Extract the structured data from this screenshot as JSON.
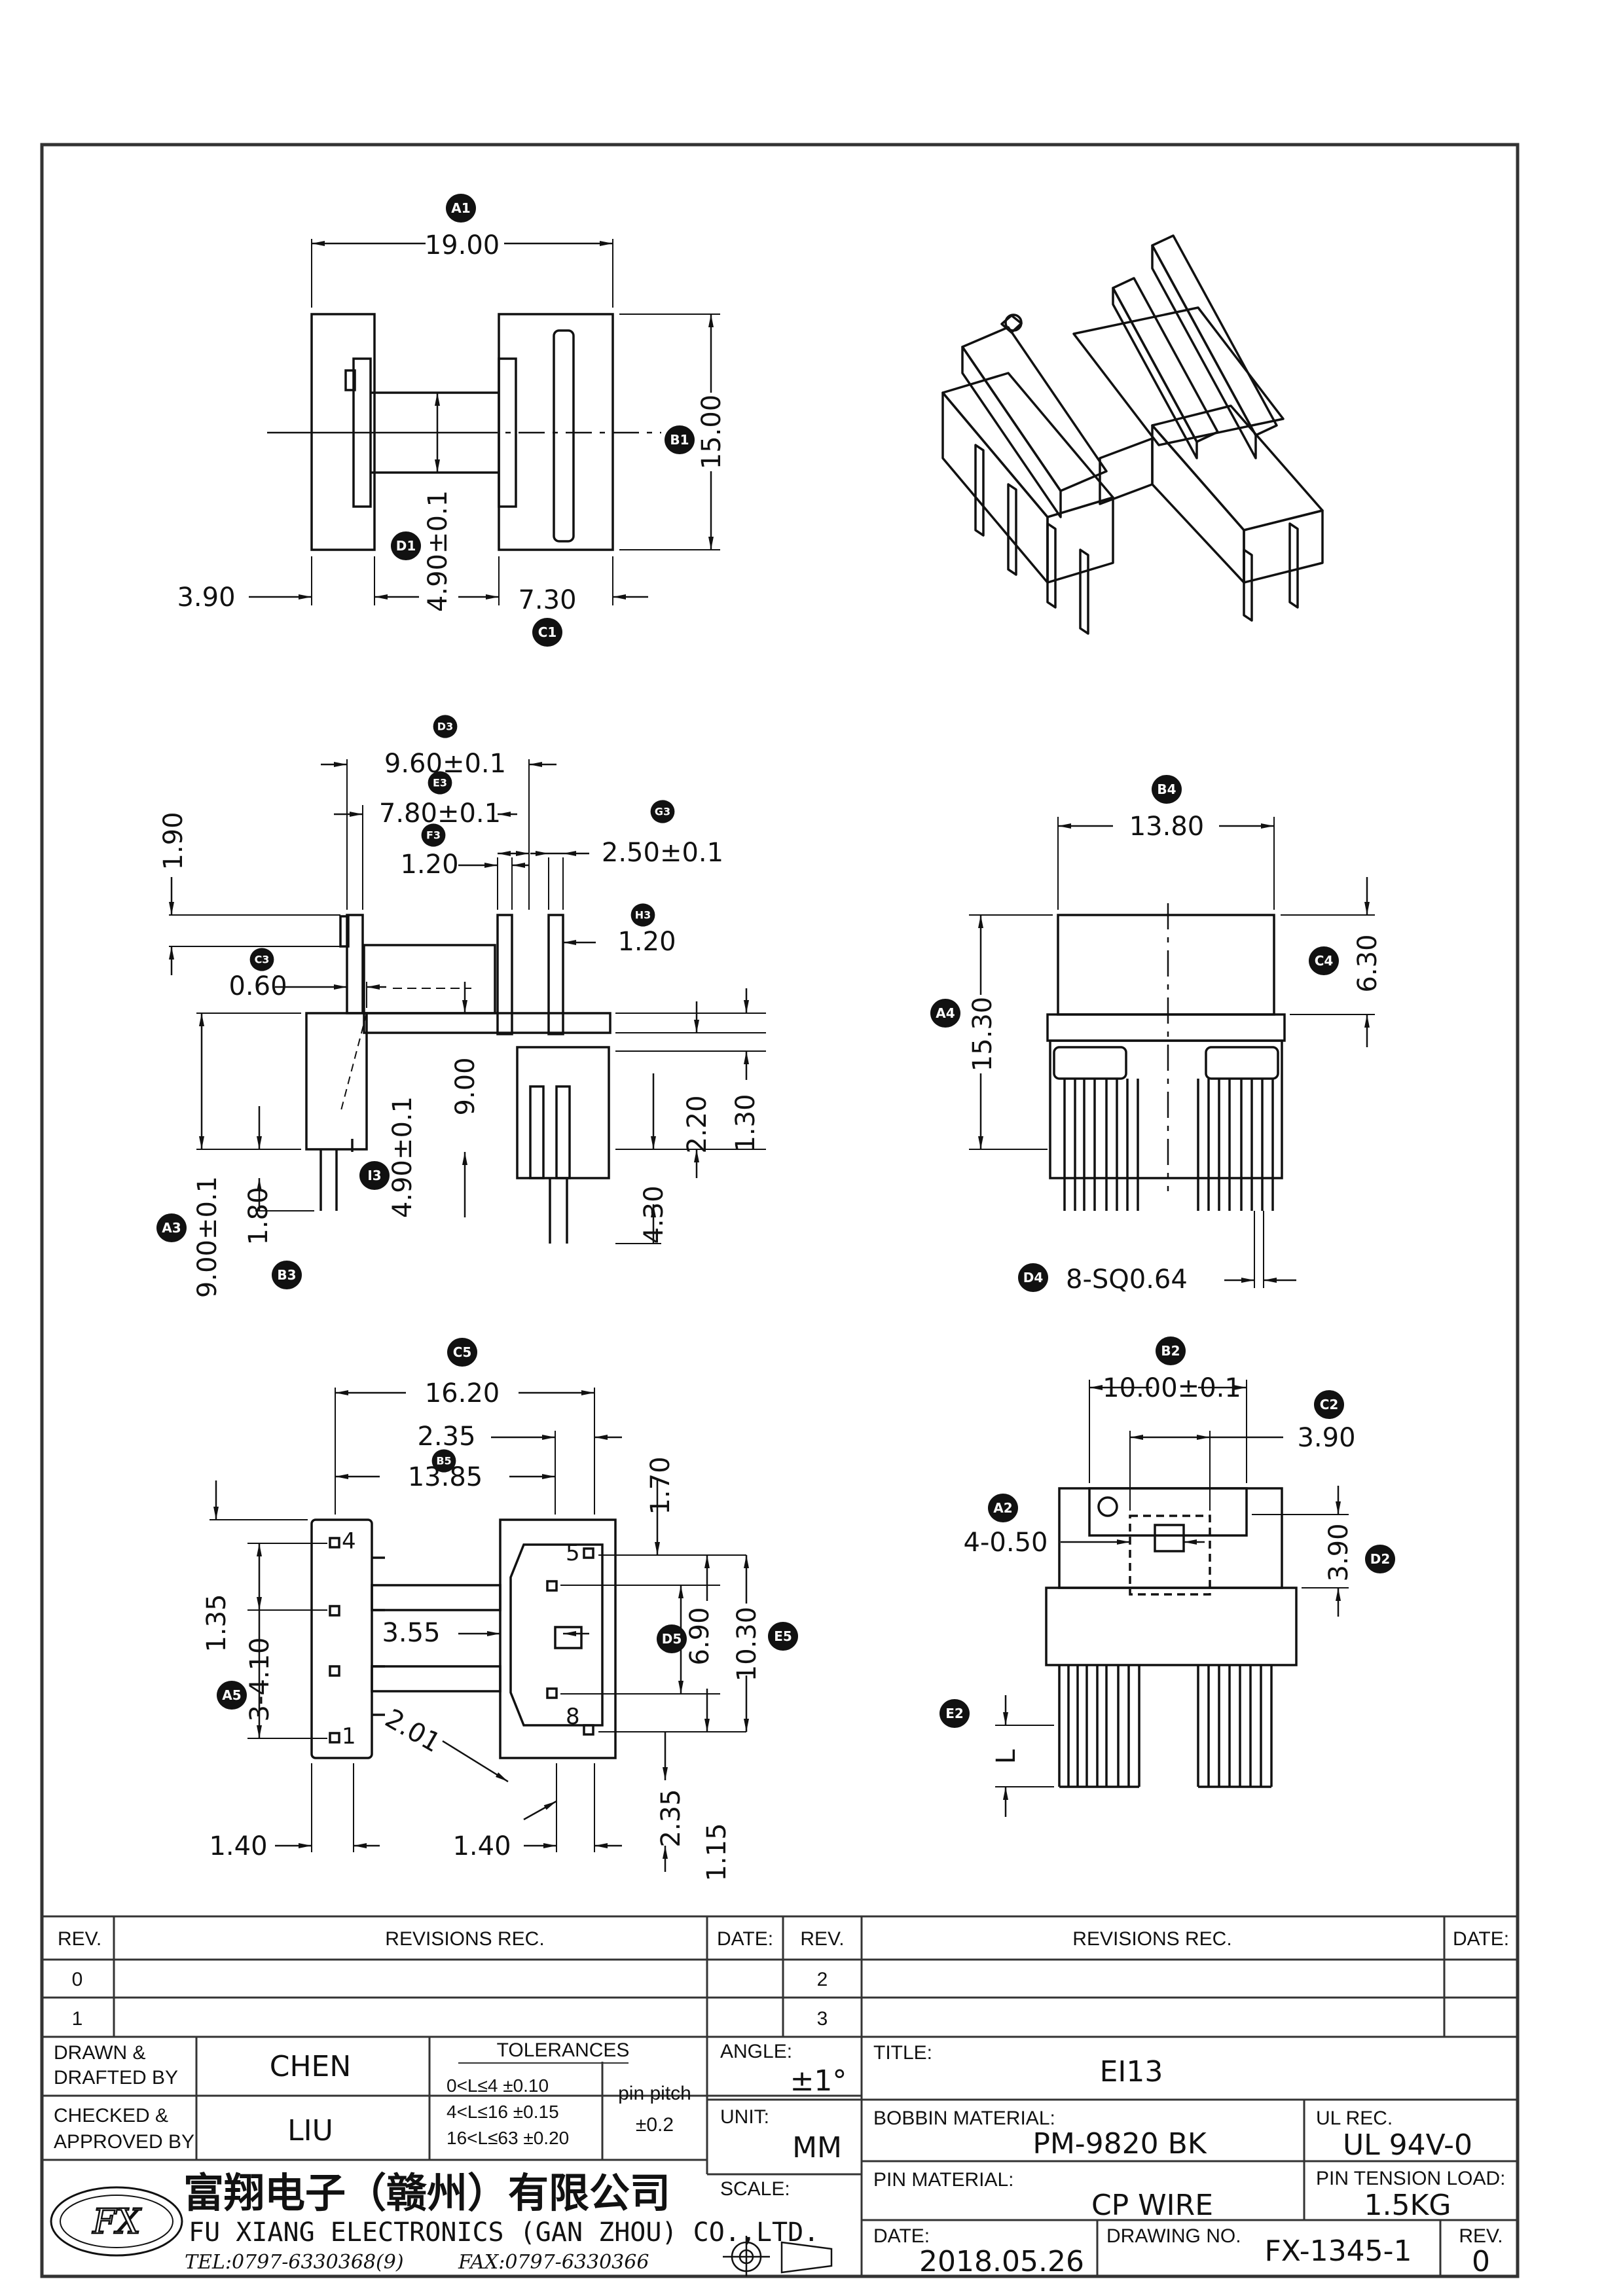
{
  "views": {
    "top": {
      "labels": {
        "a1": "A1",
        "b1": "B1",
        "c1": "C1",
        "d1": "D1"
      },
      "dims": {
        "width": "19.00",
        "height": "15.00",
        "flange": "3.90",
        "core": "4.90±0.1",
        "gap": "7.30"
      }
    },
    "side": {
      "labels": {
        "d3": "D3",
        "e3": "E3",
        "f3": "F3",
        "g3": "G3",
        "h3": "H3",
        "c3": "C3",
        "i3": "I3",
        "a3": "A3",
        "b3": "B3"
      },
      "dims": {
        "d3": "9.60±0.1",
        "e3": "7.80±0.1",
        "f3": "1.20",
        "g3": "2.50±0.1",
        "h3": "1.20",
        "top": "1.90",
        "c3": "0.60",
        "i3": "4.90±0.1",
        "h9": "9.00",
        "a3": "9.00±0.1",
        "b3": "1.80",
        "p430": "4.30",
        "p220": "2.20",
        "p130": "1.30"
      }
    },
    "front": {
      "labels": {
        "b4": "B4",
        "a4": "A4",
        "c4": "C4",
        "d4": "D4"
      },
      "dims": {
        "b4": "13.80",
        "a4": "15.30",
        "c4": "6.30",
        "d4": "8-SQ0.64"
      }
    },
    "bottom": {
      "labels": {
        "c5": "C5",
        "b5": "B5",
        "a5": "A5",
        "d5": "D5",
        "e5": "E5"
      },
      "dims": {
        "c5": "16.20",
        "d235": "2.35",
        "b5": "13.85",
        "d170": "1.70",
        "d135": "1.35",
        "a5": "3-4.10",
        "d355": "3.55",
        "d201": "2.01",
        "d690": "6.90",
        "e5": "10.30",
        "d140a": "1.40",
        "d140b": "1.40",
        "d235b": "2.35",
        "d115": "1.15"
      },
      "pins": [
        "4",
        "1",
        "5",
        "8"
      ]
    },
    "end": {
      "labels": {
        "b2": "B2",
        "c2": "C2",
        "a2": "A2",
        "d2": "D2",
        "e2": "E2"
      },
      "dims": {
        "b2": "10.00±0.1",
        "c2": "3.90",
        "a2": "4-0.50",
        "d2": "3.90",
        "e2": "L"
      }
    }
  },
  "revisions": {
    "header": {
      "rev": "REV.",
      "rec": "REVISIONS   REC.",
      "date": "DATE:"
    },
    "rows": [
      "0",
      "1"
    ],
    "rows_right": [
      "2",
      "3"
    ]
  },
  "title_block": {
    "drawn_label_1": "DRAWN &",
    "drawn_label_2": "DRAFTED BY",
    "drawn_value": "CHEN",
    "checked_label_1": "CHECKED &",
    "checked_label_2": "APPROVED BY",
    "checked_value": "LIU",
    "tolerances_title": "TOLERANCES",
    "tolerances": [
      "0<L≤4    ±0.10",
      "4<L≤16  ±0.15",
      "16<L≤63  ±0.20"
    ],
    "pin_pitch_label": "pin pitch",
    "pin_pitch_value": "±0.2",
    "angle_label": "ANGLE:",
    "angle_value": "±1°",
    "unit_label": "UNIT:",
    "unit_value": "MM",
    "scale_label": "SCALE:",
    "title_label": "TITLE:",
    "title_value": "EI13",
    "bobbin_label": "BOBBIN MATERIAL:",
    "bobbin_value": "PM-9820  BK",
    "ul_label": "UL REC.",
    "ul_value": "UL  94V-0",
    "pin_mat_label": "PIN MATERIAL:",
    "pin_mat_value": "CP  WIRE",
    "pin_tension_label": "PIN TENSION LOAD:",
    "pin_tension_value": "1.5KG",
    "date_label": "DATE:",
    "date_value": "2018.05.26",
    "drawing_no_label": "DRAWING NO.",
    "drawing_no_value": "FX-1345-1",
    "rev_label": "REV.",
    "rev_value": "0"
  },
  "company": {
    "logo_text": "FX",
    "name_cn": "富翔电子（赣州）有限公司",
    "name_en": "FU  XIANG  ELECTRONICS  (GAN  ZHOU)  CO.,LTD.",
    "tel": "TEL:0797-6330368(9)",
    "fax": "FAX:0797-6330366"
  }
}
